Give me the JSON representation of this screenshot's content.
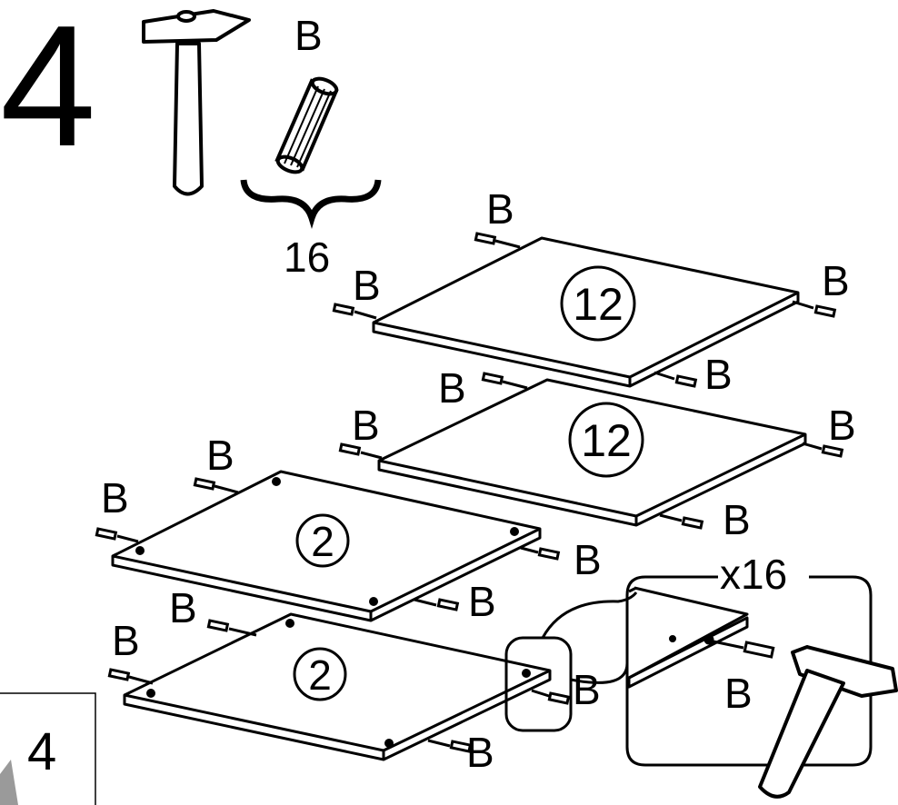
{
  "step": {
    "number": "4",
    "tools_qty": "16",
    "tool_part_label": "B"
  },
  "panels": [
    {
      "part": "12"
    },
    {
      "part": "12"
    },
    {
      "part": "2"
    },
    {
      "part": "2"
    }
  ],
  "dowel_label": "B",
  "detail": {
    "multiplier": "x16",
    "label": "B"
  },
  "page_corner": {
    "step": "4"
  }
}
